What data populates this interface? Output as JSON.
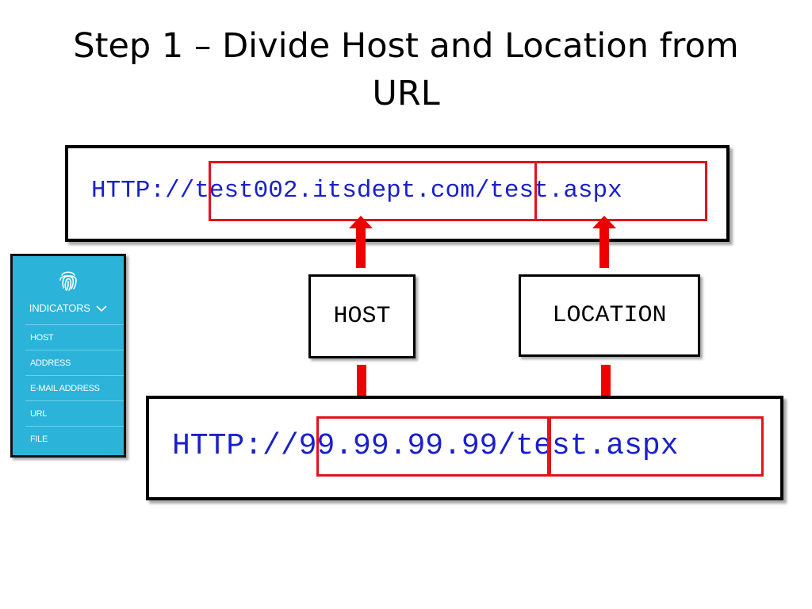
{
  "slide": {
    "title_line1": "Step 1 – Divide Host and Location from",
    "title_line2": "URL"
  },
  "url_top": {
    "scheme": "HTTP://",
    "host": "test002.itsdept.com",
    "location": "/test.aspx"
  },
  "url_bottom": {
    "scheme": "HTTP://",
    "host": "99.99.99.99",
    "location": "/test.aspx"
  },
  "labels": {
    "host": "HOST",
    "location": "LOCATION"
  },
  "indicators_panel": {
    "icon": "fingerprint-icon",
    "header": "INDICATORS",
    "header_icon": "chevron-down-icon",
    "items": [
      "HOST",
      "ADDRESS",
      "E-MAIL ADDRESS",
      "URL",
      "FILE"
    ]
  },
  "colors": {
    "url_text": "#1a20c9",
    "highlight": "#e3121b",
    "arrow": "#ee0000",
    "panel_bg": "#2bb3d9"
  }
}
